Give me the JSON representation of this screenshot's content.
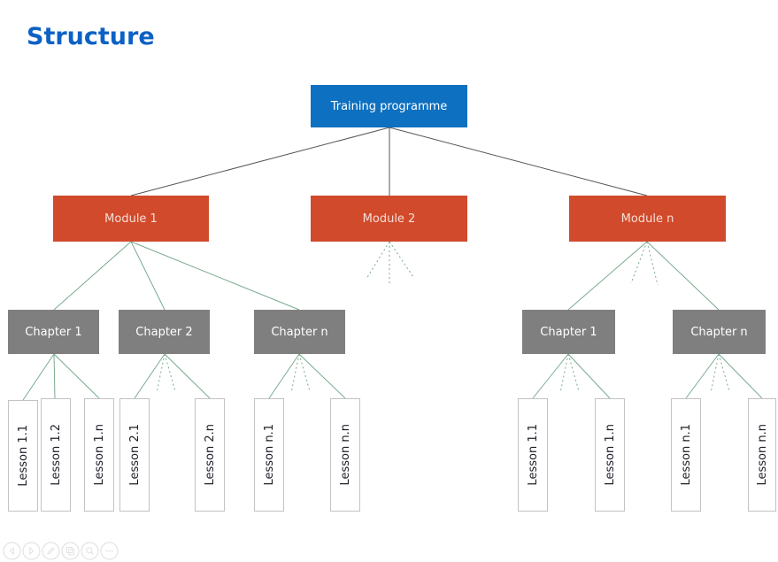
{
  "title": "Structure",
  "colors": {
    "title_blue": "#0c61c4",
    "programme_blue": "#0d70c0",
    "module_orange": "#d14a2b",
    "chapter_gray": "#7f7f7f",
    "connector_dark": "#555555",
    "connector_green": "#79ab8e",
    "toolbar_icon_gray": "#e3e3e3"
  },
  "diagram": {
    "programme": {
      "label": "Training programme"
    },
    "modules": [
      {
        "label": "Module 1"
      },
      {
        "label": "Module 2"
      },
      {
        "label": "Module n"
      }
    ],
    "chapters": [
      {
        "label": "Chapter 1"
      },
      {
        "label": "Chapter 2"
      },
      {
        "label": "Chapter n"
      },
      {
        "label": "Chapter 1"
      },
      {
        "label": "Chapter n"
      }
    ],
    "lessons": [
      {
        "label": "Lesson 1.1"
      },
      {
        "label": "Lesson 1.2"
      },
      {
        "label": "Lesson 1.n"
      },
      {
        "label": "Lesson 2.1"
      },
      {
        "label": "Lesson 2.n"
      },
      {
        "label": "Lesson n.1"
      },
      {
        "label": "Lesson n.n"
      },
      {
        "label": "Lesson 1.1"
      },
      {
        "label": "Lesson 1.n"
      },
      {
        "label": "Lesson n.1"
      },
      {
        "label": "Lesson n.n"
      }
    ]
  },
  "toolbar": {
    "icons": [
      {
        "name": "previous-arrow-icon"
      },
      {
        "name": "next-arrow-icon"
      },
      {
        "name": "edit-pencil-icon"
      },
      {
        "name": "duplicate-icon"
      },
      {
        "name": "zoom-magnifier-icon"
      },
      {
        "name": "more-ellipsis-icon"
      }
    ]
  }
}
